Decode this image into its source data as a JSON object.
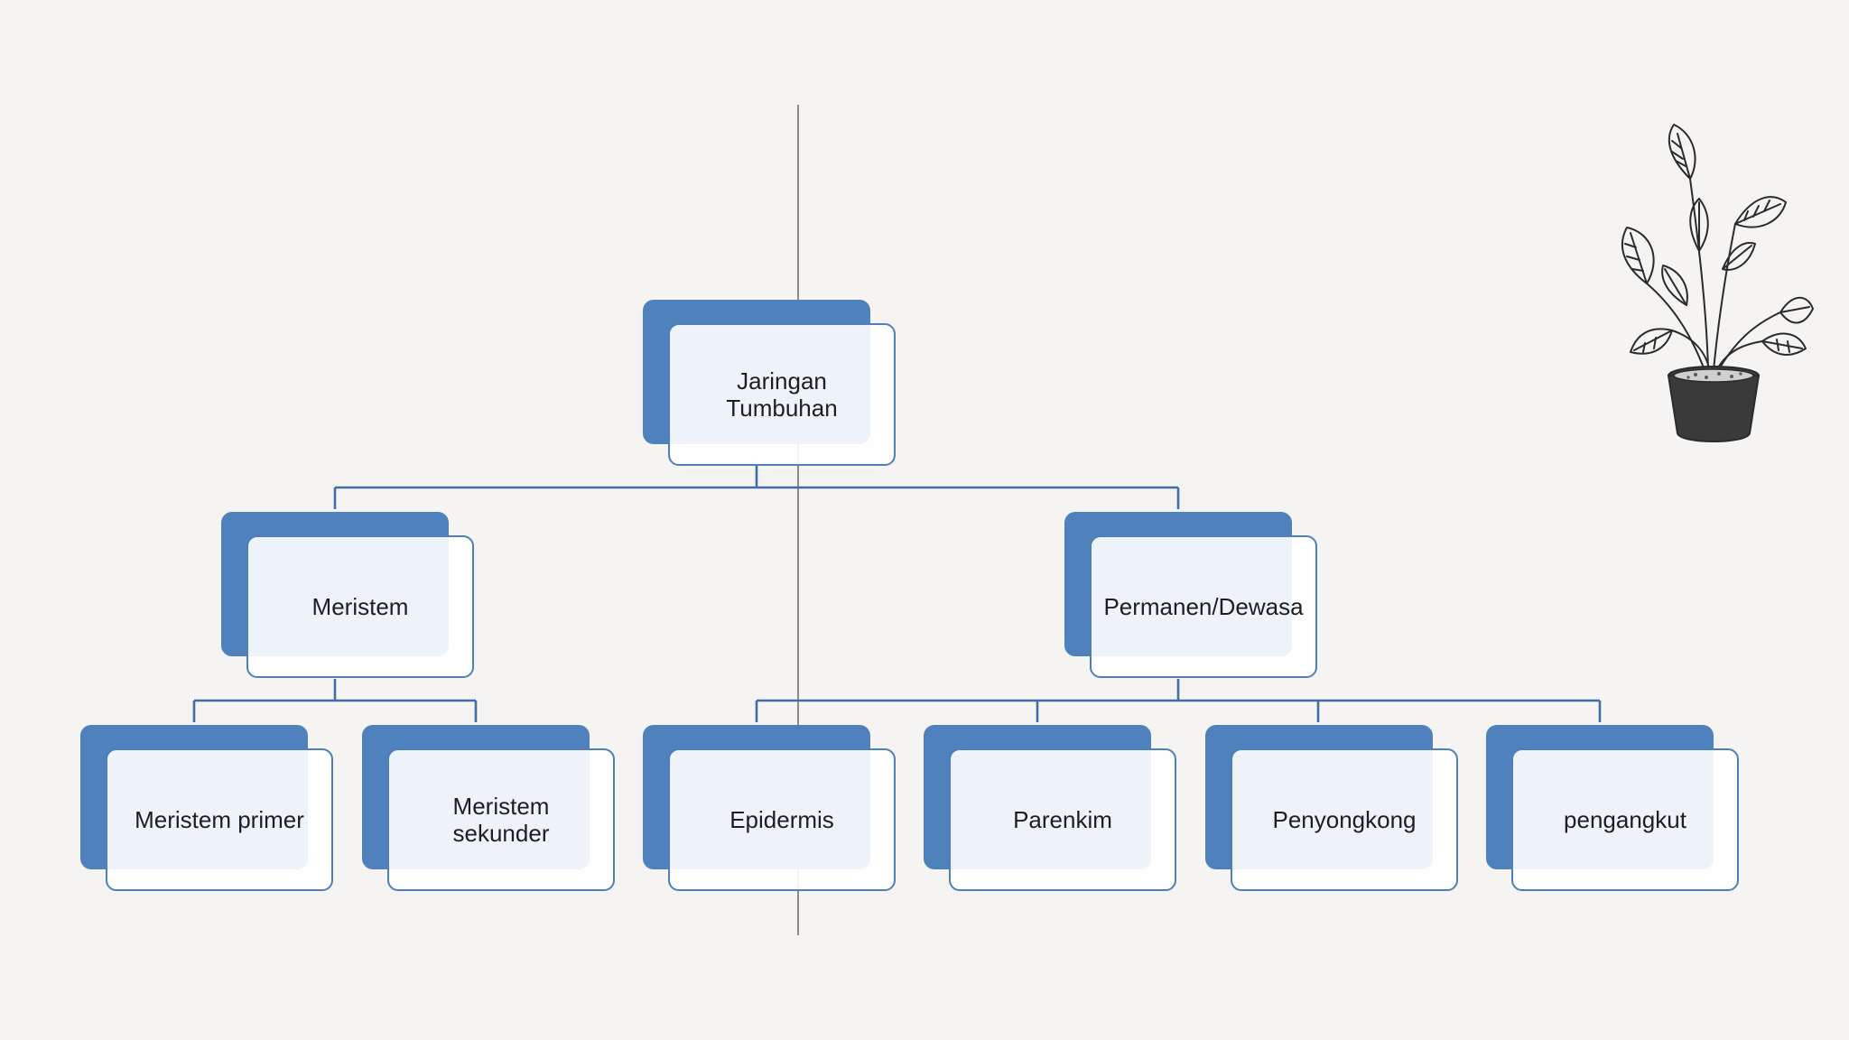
{
  "diagram": {
    "root": {
      "label": "Jaringan\nTumbuhan"
    },
    "level1": [
      {
        "label": "Meristem"
      },
      {
        "label": "Permanen/Dewasa"
      }
    ],
    "level2": [
      {
        "label": "Meristem primer"
      },
      {
        "label": "Meristem\nsekunder"
      },
      {
        "label": "Epidermis"
      },
      {
        "label": "Parenkim"
      },
      {
        "label": "Penyongkong"
      },
      {
        "label": "pengangkut"
      }
    ]
  },
  "colors": {
    "background": "#f5f4f2",
    "box_shadow": "#4f81bd",
    "box_border": "#4f7fba",
    "connector": "#3f6fa8"
  },
  "decoration": {
    "plant": "potted-plant-icon"
  }
}
